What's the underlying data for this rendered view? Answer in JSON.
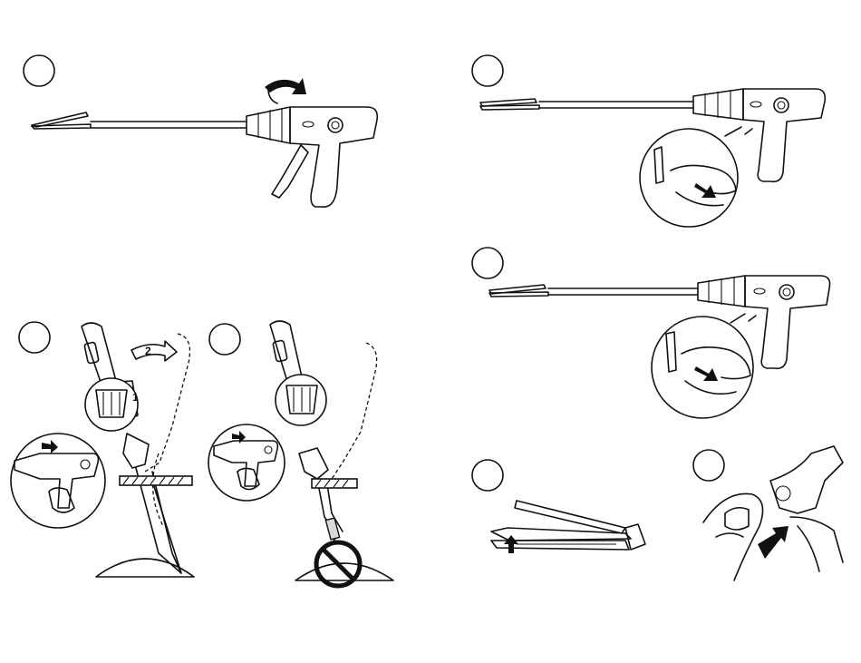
{
  "figure": {
    "steps": [
      {
        "id": "step-a",
        "badge": ""
      },
      {
        "id": "step-b",
        "badge": ""
      },
      {
        "id": "step-c",
        "badge": ""
      },
      {
        "id": "step-d",
        "badge": ""
      },
      {
        "id": "step-e",
        "badge": ""
      },
      {
        "id": "step-f",
        "badge": ""
      },
      {
        "id": "step-g",
        "badge": ""
      }
    ],
    "callouts": {
      "rotation_order_1": "1",
      "rotation_order_2": "2"
    },
    "icons": [
      "rotate-arrow-icon",
      "release-arrow-icon",
      "up-arrow-icon",
      "pull-arrow-icon",
      "prohibited-icon"
    ]
  }
}
